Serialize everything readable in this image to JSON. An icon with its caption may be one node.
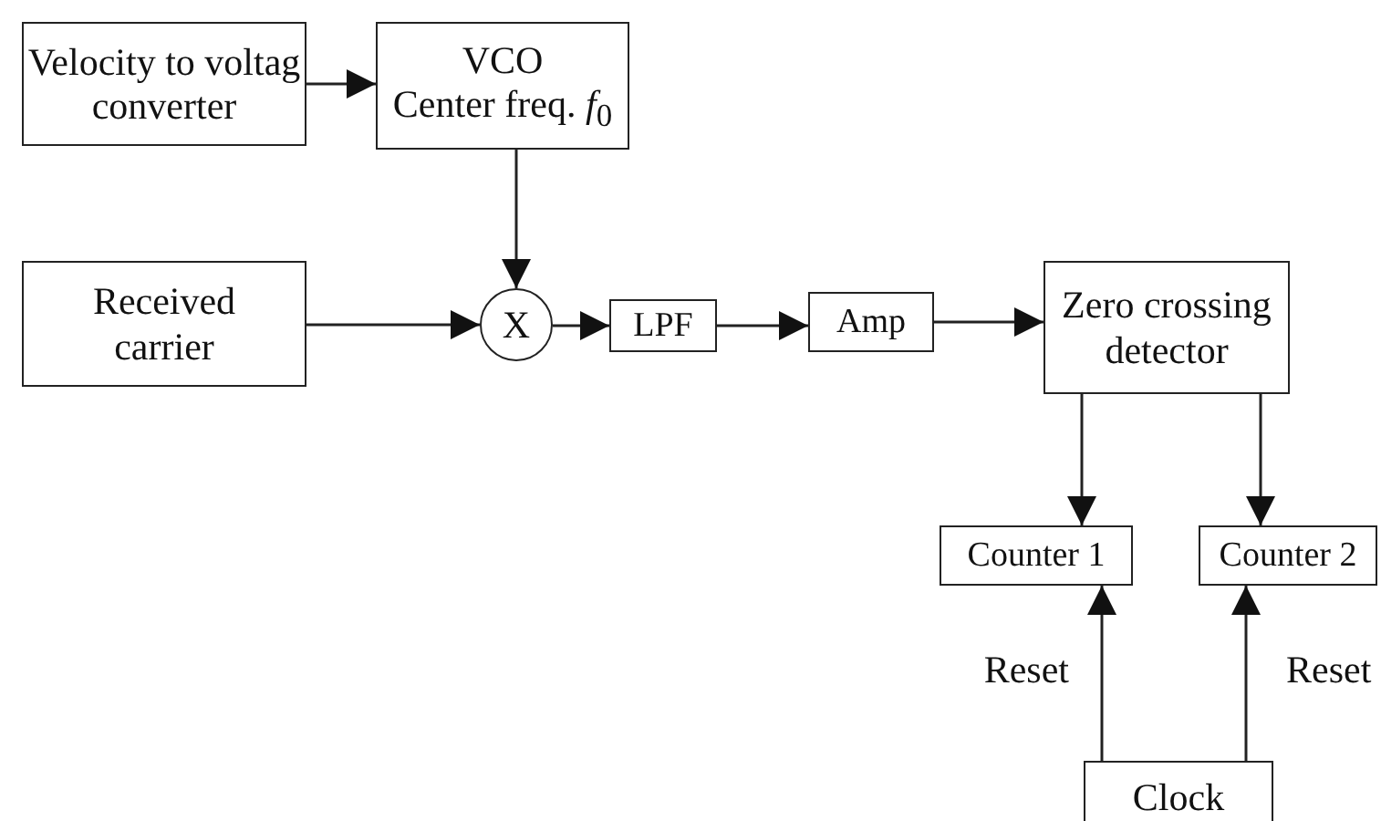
{
  "diagram": {
    "nodes": [
      {
        "text": [
          "Velocity to voltag converter"
        ]
      },
      {
        "text": [
          "VCO",
          "Center freq. *f*$_{0}$"
        ]
      },
      {
        "text": [
          "Received carrier"
        ]
      },
      {
        "text": [
          "X"
        ]
      },
      {
        "text": [
          "LPF"
        ]
      },
      {
        "text": [
          "Amp"
        ]
      },
      {
        "text": [
          "Zero crossing detector"
        ]
      },
      {
        "text": [
          "Counter 1"
        ]
      },
      {
        "text": [
          "Counter 2"
        ]
      },
      {
        "text": [
          "Clock"
        ]
      }
    ],
    "edges": [
      {
        "from": 0,
        "to": 1,
        "arrow": "to"
      },
      {
        "from": 1,
        "to": 3,
        "arrow": "to"
      },
      {
        "from": 2,
        "to": 3,
        "arrow": "to"
      },
      {
        "from": 3,
        "to": 4,
        "arrow": "to"
      },
      {
        "from": 4,
        "to": 5,
        "arrow": "to"
      },
      {
        "from": 5,
        "to": 6,
        "arrow": "to"
      },
      {
        "from": 6,
        "to": 7,
        "arrow": "to"
      },
      {
        "from": 6,
        "to": 8,
        "arrow": "to"
      },
      {
        "from": 9,
        "to": 7,
        "arrow": "to",
        "label": "Reset"
      },
      {
        "from": 9,
        "to": 8,
        "arrow": "to",
        "label": "Reset"
      }
    ]
  }
}
